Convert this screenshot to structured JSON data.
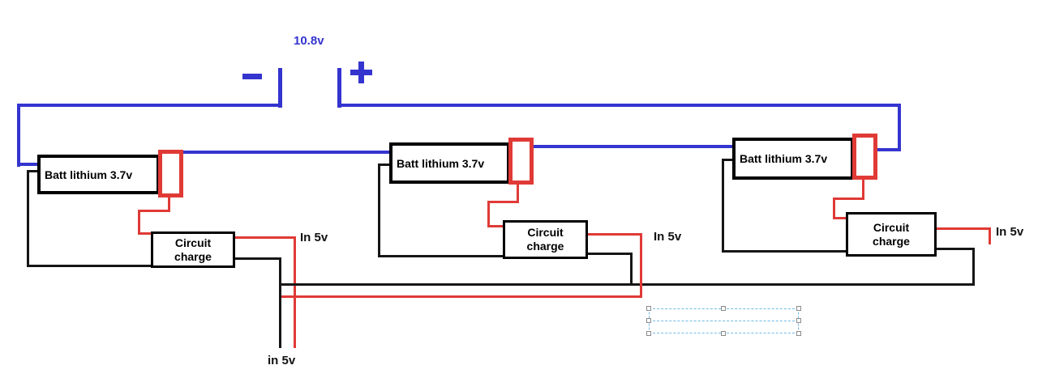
{
  "diagram": {
    "title": "10.8v",
    "pack": {
      "minus_symbol": "-",
      "plus_symbol": "+"
    },
    "batteries": [
      {
        "label": "Batt lithium 3.7v"
      },
      {
        "label": "Batt lithium 3.7v"
      },
      {
        "label": "Batt lithium 3.7v"
      }
    ],
    "chargers": [
      {
        "line1": "Circuit",
        "line2": "charge",
        "input_label": "In 5v"
      },
      {
        "line1": "Circuit",
        "line2": "charge",
        "input_label": "In 5v"
      },
      {
        "line1": "Circuit",
        "line2": "charge",
        "input_label": "In 5v"
      }
    ],
    "bottom_input_label": "in 5v",
    "colors": {
      "wire_blue": "#3434cf",
      "wire_red": "#e03a36",
      "wire_black": "#161616",
      "selection_blue": "#70bce8"
    }
  }
}
